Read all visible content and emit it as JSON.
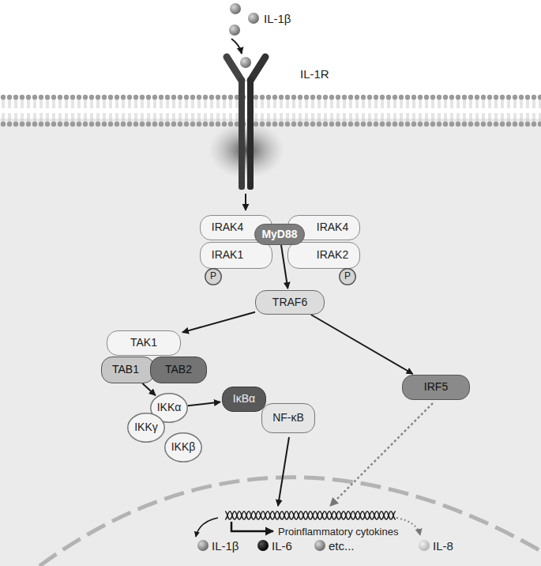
{
  "diagram": {
    "nodes": [
      {
        "text": [
          "IRAK4"
        ]
      },
      {
        "text": [
          "MyD88"
        ]
      },
      {
        "text": [
          "IRAK4"
        ]
      },
      {
        "text": [
          "IRAK1"
        ]
      },
      {
        "text": [
          "IRAK2"
        ]
      },
      {
        "text": [
          "P"
        ]
      },
      {
        "text": [
          "P"
        ]
      },
      {
        "text": [
          "TRAF6"
        ]
      },
      {
        "text": [
          "TAK1"
        ]
      },
      {
        "text": [
          "TAB1"
        ]
      },
      {
        "text": [
          "TAB2"
        ]
      },
      {
        "text": [
          "IKKα"
        ]
      },
      {
        "text": [
          "IKKγ"
        ]
      },
      {
        "text": [
          "IKKβ"
        ]
      },
      {
        "text": [
          "IκBα"
        ]
      },
      {
        "text": [
          "NF-κB"
        ]
      },
      {
        "text": [
          "IRF5"
        ]
      }
    ],
    "edges": [
      {
        "from": 1,
        "to": 7,
        "arrow": "to"
      },
      {
        "from": 7,
        "to": 8,
        "arrow": "to"
      },
      {
        "from": 7,
        "to": 16,
        "arrow": "to"
      },
      {
        "from": 9,
        "to": 11,
        "arrow": "to"
      },
      {
        "from": 11,
        "to": 14,
        "arrow": "to"
      }
    ],
    "labels": [
      "IL-1β",
      "IL-1R",
      "Proinflammatory cytokines",
      "IL-1β",
      "IL-6",
      "etc...",
      "IL-8"
    ]
  }
}
